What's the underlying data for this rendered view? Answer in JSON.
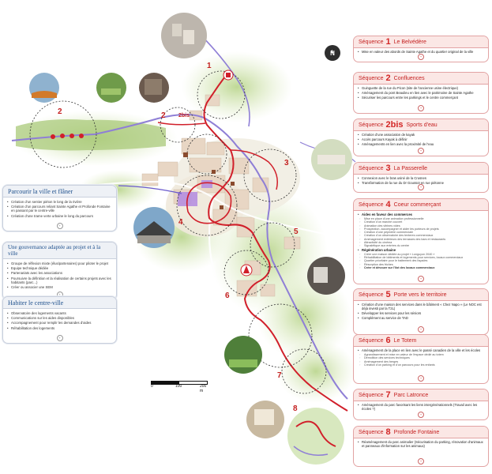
{
  "compass": {
    "label": "N",
    "icon": "north-arrow-icon"
  },
  "scale": {
    "labels": [
      "0",
      "100",
      "200 m"
    ]
  },
  "map": {
    "sequence_numbers": [
      "1",
      "2",
      "2bis",
      "3",
      "4",
      "5",
      "6",
      "7",
      "8"
    ],
    "colors": {
      "route": "#d11f2a",
      "water": "#8f7fd6",
      "vegetation": "#9bbf6b",
      "buildings": "#e9d7c2",
      "accent_purple": "#9b6bd6"
    }
  },
  "left_cards": [
    {
      "title": "Parcourir la ville et flâner",
      "items": [
        "Création d'un sentier piéton le long de la rivière",
        "Création d'un parcours reliant Sainte Agathe et Profonde Fontaine en passant par le centre-ville",
        "Création d'une trame verte urbaine le long du parcours"
      ]
    },
    {
      "title": "Une gouvernance adaptée au projet et à la ville",
      "items": [
        "Groupe de réflexion mixte (élus/partenaires) pour piloter le projet",
        "Equipe technique dédiée",
        "Partenariats avec les associations",
        "Poursuivre la définition et la réalisation de certains projets avec les habitants (parc...)",
        "Créer ou associer une SEM"
      ]
    },
    {
      "title": "Habiter le centre-ville",
      "items": [
        "Observatoire des logements vacants",
        "Communications sur les aides disponibles",
        "Accompagnement pour remplir les demandes d'aides",
        "Réhabilitation des logements"
      ]
    }
  ],
  "sequences": [
    {
      "word": "Séquence",
      "num": "1",
      "title": "Le Belvédère",
      "items": [
        "Mise en valeur des abords de Sainte Agathe et du quartier original de la ville"
      ]
    },
    {
      "word": "Séquence",
      "num": "2",
      "title": "Confluences",
      "items": [
        "Guinguette de la rue du Picon (site de l'ancienne usine électrique)",
        "Aménagement du pont Beaulieu en lien avec le patrimoine de Sainte Agathe",
        "Sécuriser les parcours entre les parkings et le centre commerçant"
      ]
    },
    {
      "word": "Séquence",
      "num": "2bis",
      "title": "Sports d'eau",
      "items": [
        "Création d'une association de kayak",
        "Accès parcours Kayak à définir",
        "Aménagements en lien avec la proximité de l'eau"
      ]
    },
    {
      "word": "Séquence",
      "num": "3",
      "title": "La Passerelle",
      "items": [
        "Connexion avec le bras usiné de la Crusnes",
        "Transformation de la rue du Dr Goussot en rue piétonne"
      ]
    },
    {
      "word": "Séquence",
      "num": "4",
      "title": "Coeur commerçant",
      "items": [
        "Aides en faveur des commerces"
      ],
      "subitems": [
        "Mise en place d'une animation professionnelle",
        "Création d'un marché couvert",
        "Animation des vitrines vides",
        "Prospection, accompagner et aider les porteurs de projets",
        "Création d'une pépinière commerciale",
        "Création d'un observatoire des tenteres commerciaux",
        "Aménagement extérieurs des terrasses des bars et restaurants",
        "Attractivité du cinéma",
        "Signalétique aux entrées du centre"
      ],
      "items2": [
        "Régénération urbaine"
      ],
      "subitems2": [
        "Créer une maison dédiée au projet « Longuyon 2040 »",
        "Réhabilitation de bâtiments et logements pour services, locaux commerciaux",
        "Quartier prioritaire pour le traitement des façades",
        "Résorption des friches"
      ],
      "note": "Créer et dévouer sur l'îlot des locaux commerciaux"
    },
    {
      "word": "Séquence",
      "num": "5",
      "title": "Porte vers le territoire",
      "items": [
        "Création d'une maison des services dans le bâtiment « Chez Napo » (Le NOC est déjà investi par la T2L)",
        "Développer les services pour les séniors",
        "Complément au service de TAD"
      ]
    },
    {
      "word": "Séquence",
      "num": "6",
      "title": "Le Totem",
      "items": [
        "Aménagement de la place en lien avec le passé canadien de la ville et les écoles"
      ],
      "subitems": [
        "Agrandissement et mise en valeur de l'espace dédié au totem",
        "Démolition des services techniques",
        "Aménagement des berges",
        "Création d'un parking et d'un parcours pour les enfants"
      ]
    },
    {
      "word": "Séquence",
      "num": "7",
      "title": "Parc Latronce",
      "items": [
        "Aménagement du parc favorisant les liens intergénérationnels (Travail avec les écoles ?)"
      ]
    },
    {
      "word": "Séquence",
      "num": "8",
      "title": "Profonde Fontaine",
      "items": [
        "Réaménagement du parc animalier (Sécurisation du parking, rénovation d'animaux et panneaux d'information sur les animaux)"
      ]
    }
  ]
}
